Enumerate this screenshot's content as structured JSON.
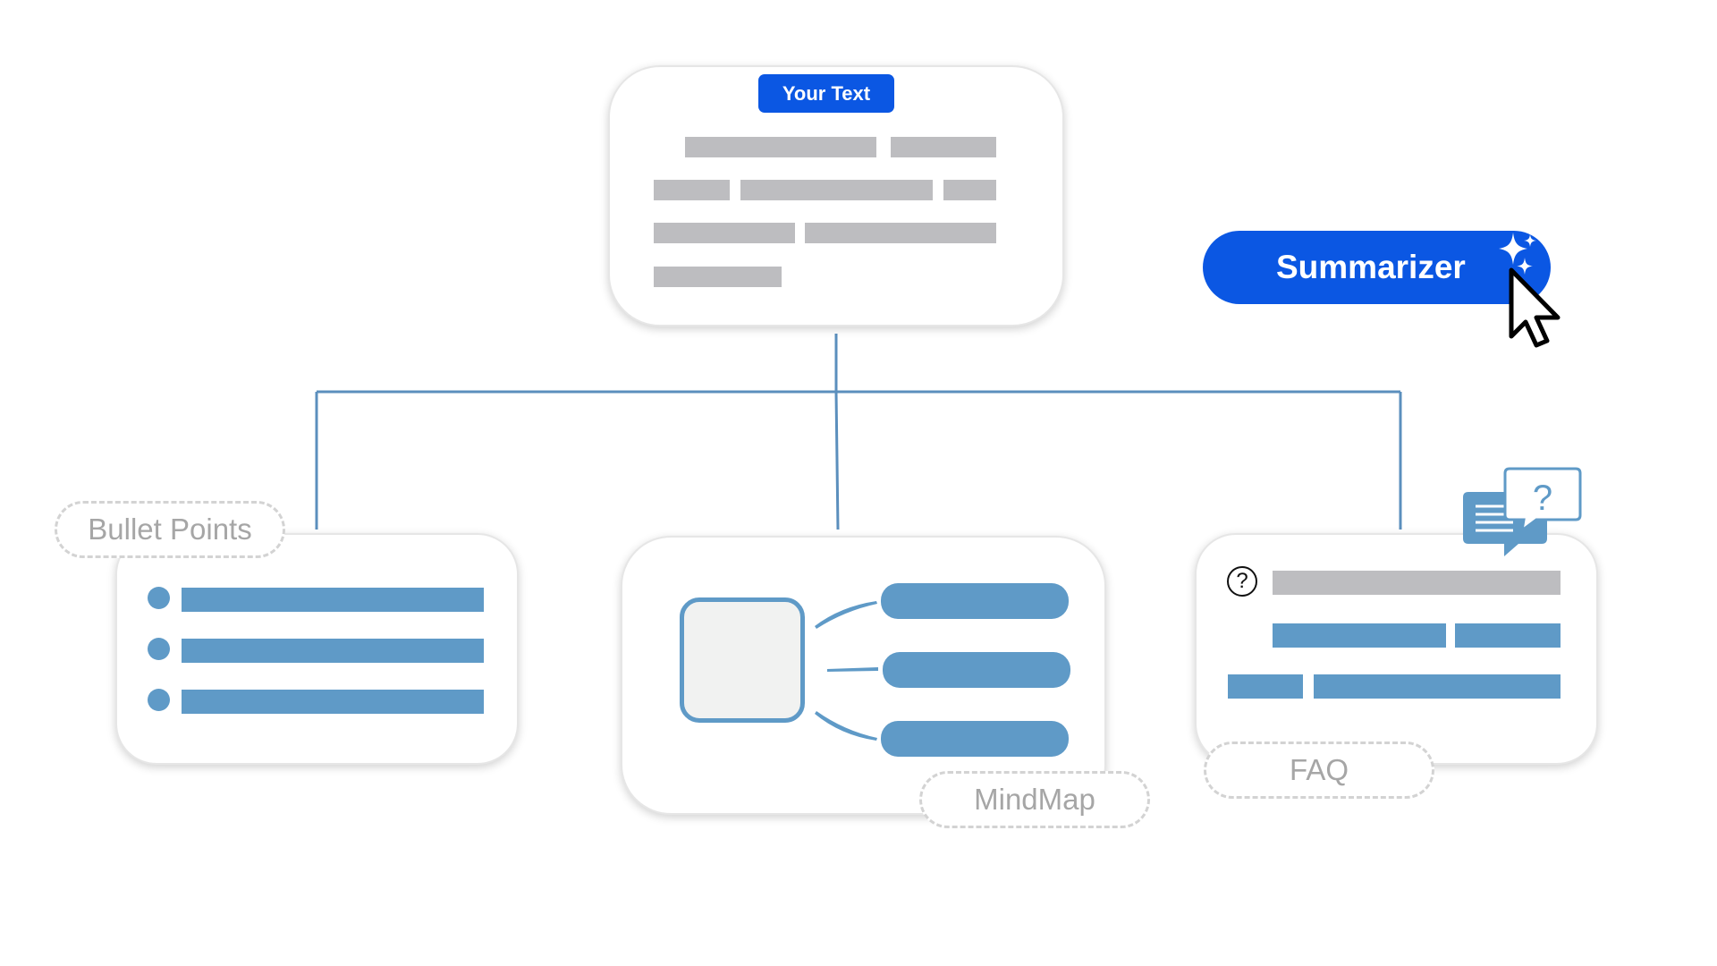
{
  "source": {
    "badge_label": "Your Text"
  },
  "action": {
    "button_label": "Summarizer",
    "sparkle_icon": "sparkle-icon",
    "cursor_icon": "mouse-pointer-icon"
  },
  "outputs": {
    "bullet_points": {
      "label": "Bullet Points"
    },
    "mindmap": {
      "label": "MindMap"
    },
    "faq": {
      "label": "FAQ",
      "question_icon_glyph": "?",
      "chat_icon": "chat-question-icon"
    }
  },
  "colors": {
    "brand_blue": "#0b57e3",
    "accent_blue": "#5f9ac7",
    "connector_blue": "#5b8fbd",
    "placeholder_grey": "#bdbdc0",
    "tag_grey": "#a6a6a6"
  }
}
